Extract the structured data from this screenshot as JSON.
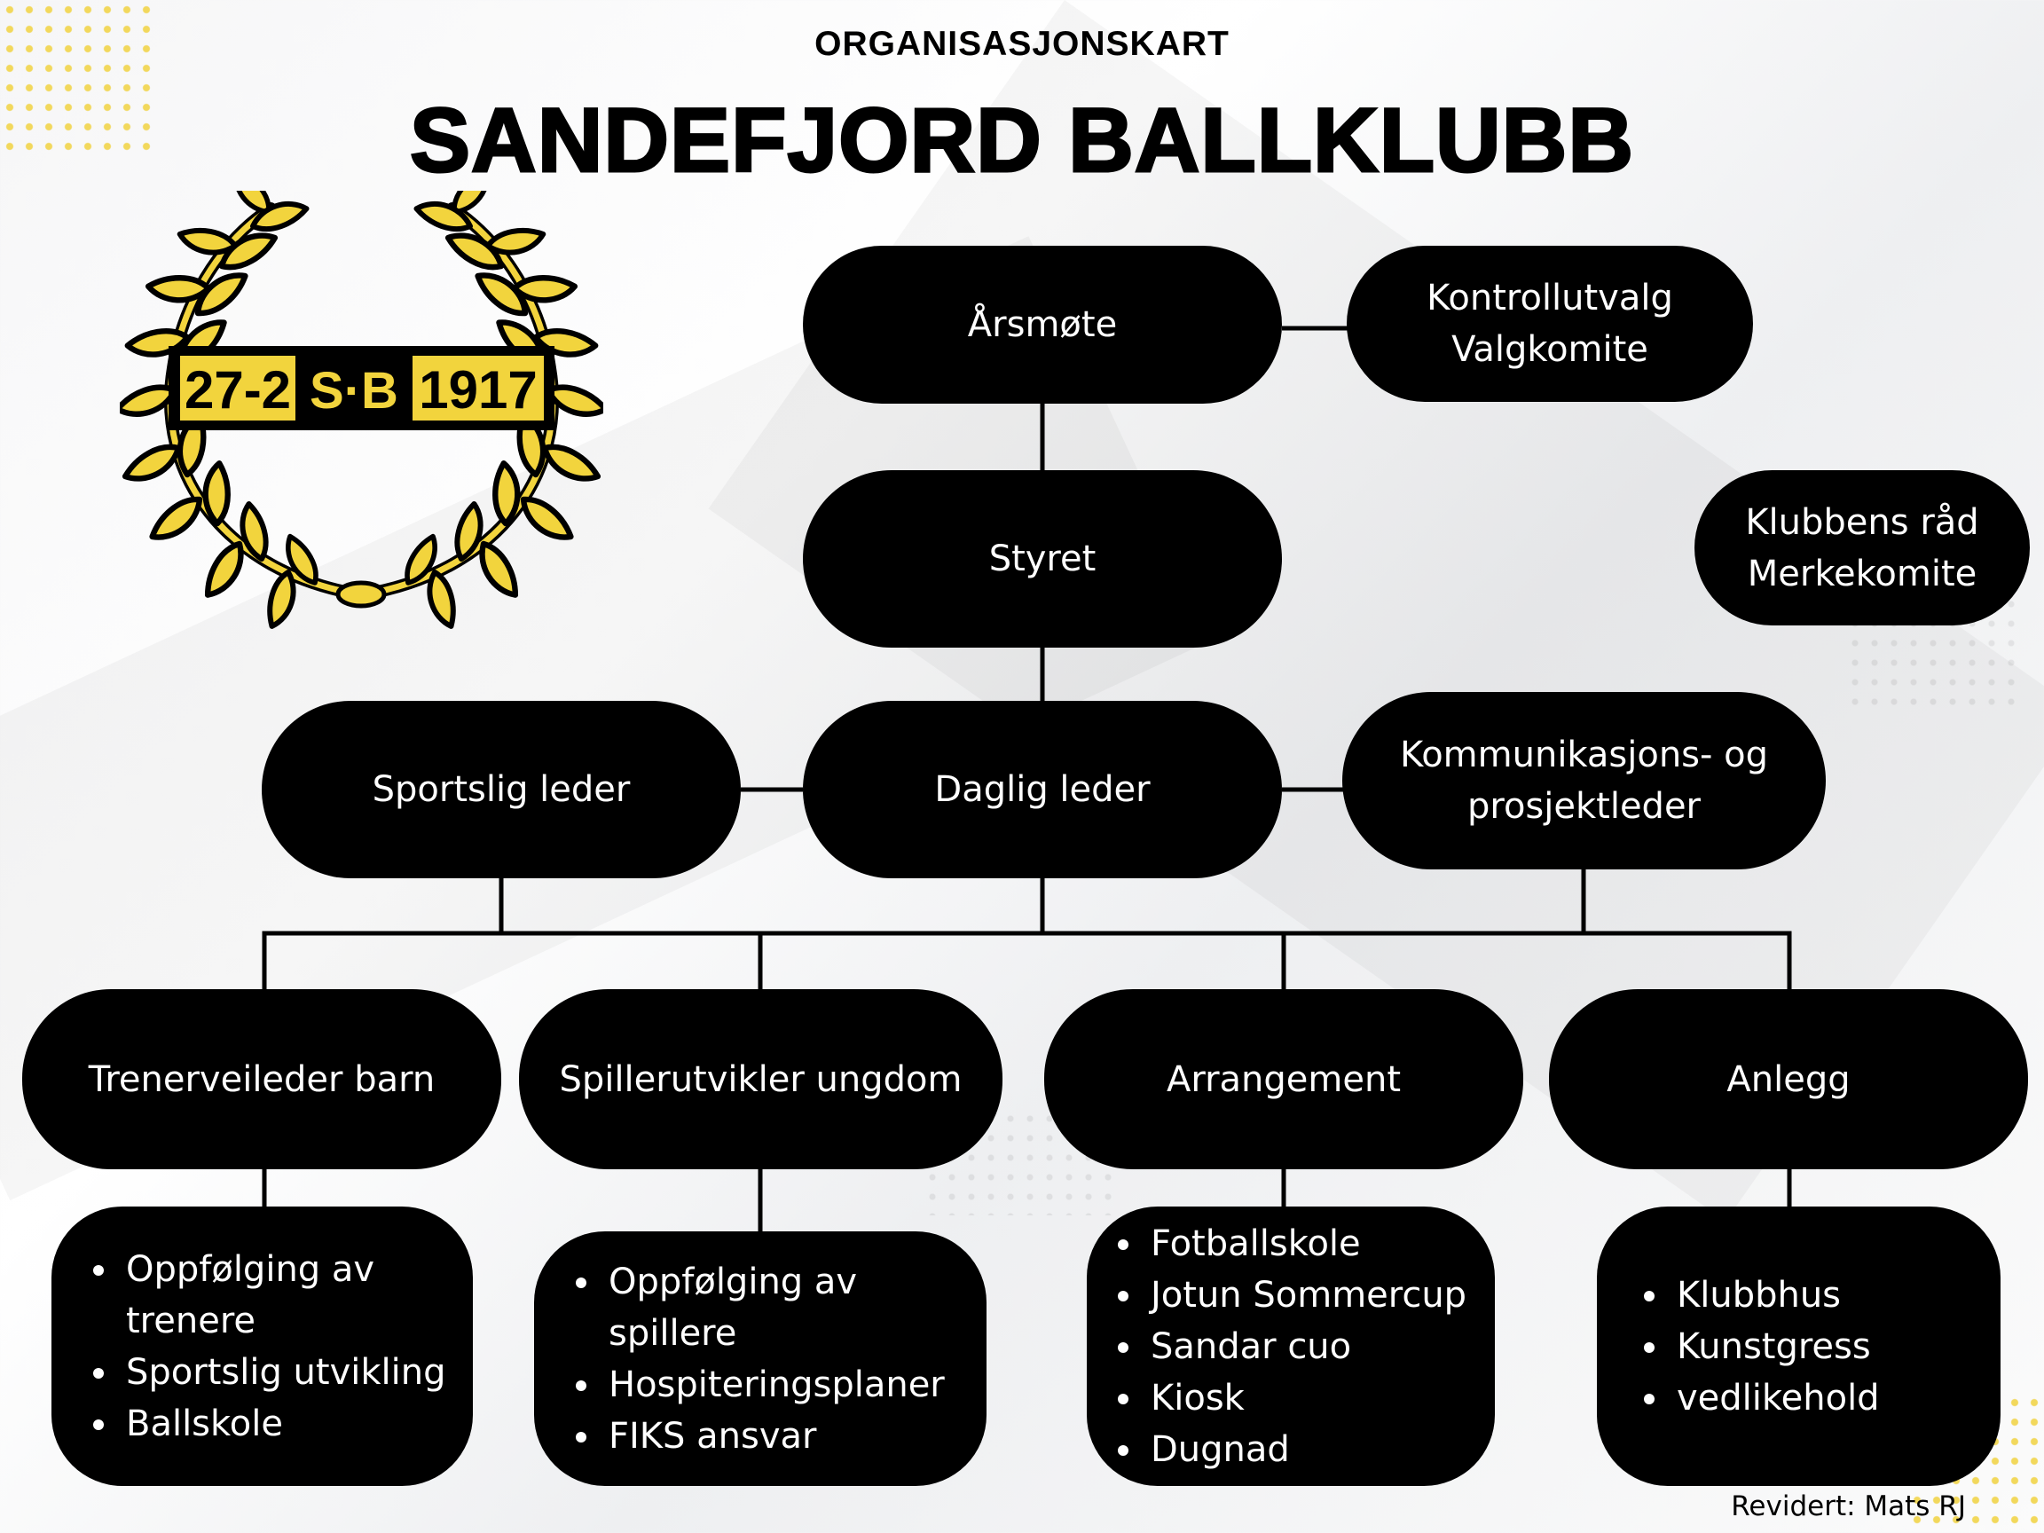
{
  "header": {
    "subtitle": "ORGANISASJONSKART",
    "title": "SANDEFJORD BALLKLUBB"
  },
  "logo": {
    "left_text": "27-2",
    "center_text": "S·B",
    "right_text": "1917",
    "colors": {
      "gold": "#f2d43d",
      "black": "#000000"
    }
  },
  "nodes": {
    "arsmote": "Årsmøte",
    "kontroll": [
      "Kontrollutvalg",
      "Valgkomite"
    ],
    "klubbens": [
      "Klubbens råd",
      "Merkekomite"
    ],
    "styret": "Styret",
    "sportslig": "Sportslig leder",
    "daglig": "Daglig leder",
    "kommunikasjon": [
      "Kommunikasjons- og",
      "prosjektleder"
    ],
    "trener": "Trenerveileder barn",
    "spiller": "Spillerutvikler ungdom",
    "arrangement": "Arrangement",
    "anlegg": "Anlegg"
  },
  "lists": {
    "trener": [
      "Oppfølging av trenere",
      "Sportslig utvikling",
      "Ballskole"
    ],
    "spiller": [
      "Oppfølging av spillere",
      "Hospiteringsplaner",
      "FIKS ansvar"
    ],
    "arrangement": [
      "Fotballskole",
      "Jotun Sommercup",
      "Sandar cuo",
      "Kiosk",
      "Dugnad"
    ],
    "anlegg": [
      "Klubbhus",
      "Kunstgress",
      "vedlikehold"
    ]
  },
  "footer": {
    "revised": "Revidert: Mats RJ"
  },
  "colors": {
    "box": "#000000",
    "box_text": "#ffffff",
    "accent_dots": "#f2d85c"
  }
}
